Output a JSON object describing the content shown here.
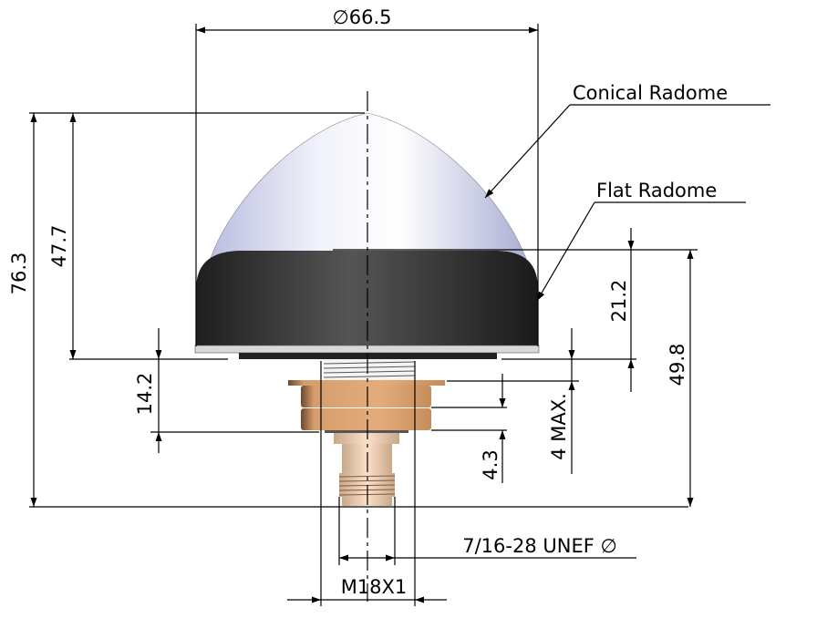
{
  "title": "Antenna dimension drawing",
  "callouts": {
    "conical_radome": "Conical Radome",
    "flat_radome": "Flat Radome"
  },
  "dimensions": {
    "diameter": "∅66.5",
    "overall_height": "76.3",
    "conical_height": "47.7",
    "flat_height": "21.2",
    "flat_total_height": "49.8",
    "mount_length": "14.2",
    "panel_thickness": "4 MAX.",
    "nut_height": "4.3",
    "connector_thread": "7/16-28 UNEF ∅",
    "mount_thread": "M18X1"
  },
  "colors": {
    "radome_light": "#e6e8f5",
    "radome_dark": "#2b2b2b",
    "brass": "#dba071"
  }
}
